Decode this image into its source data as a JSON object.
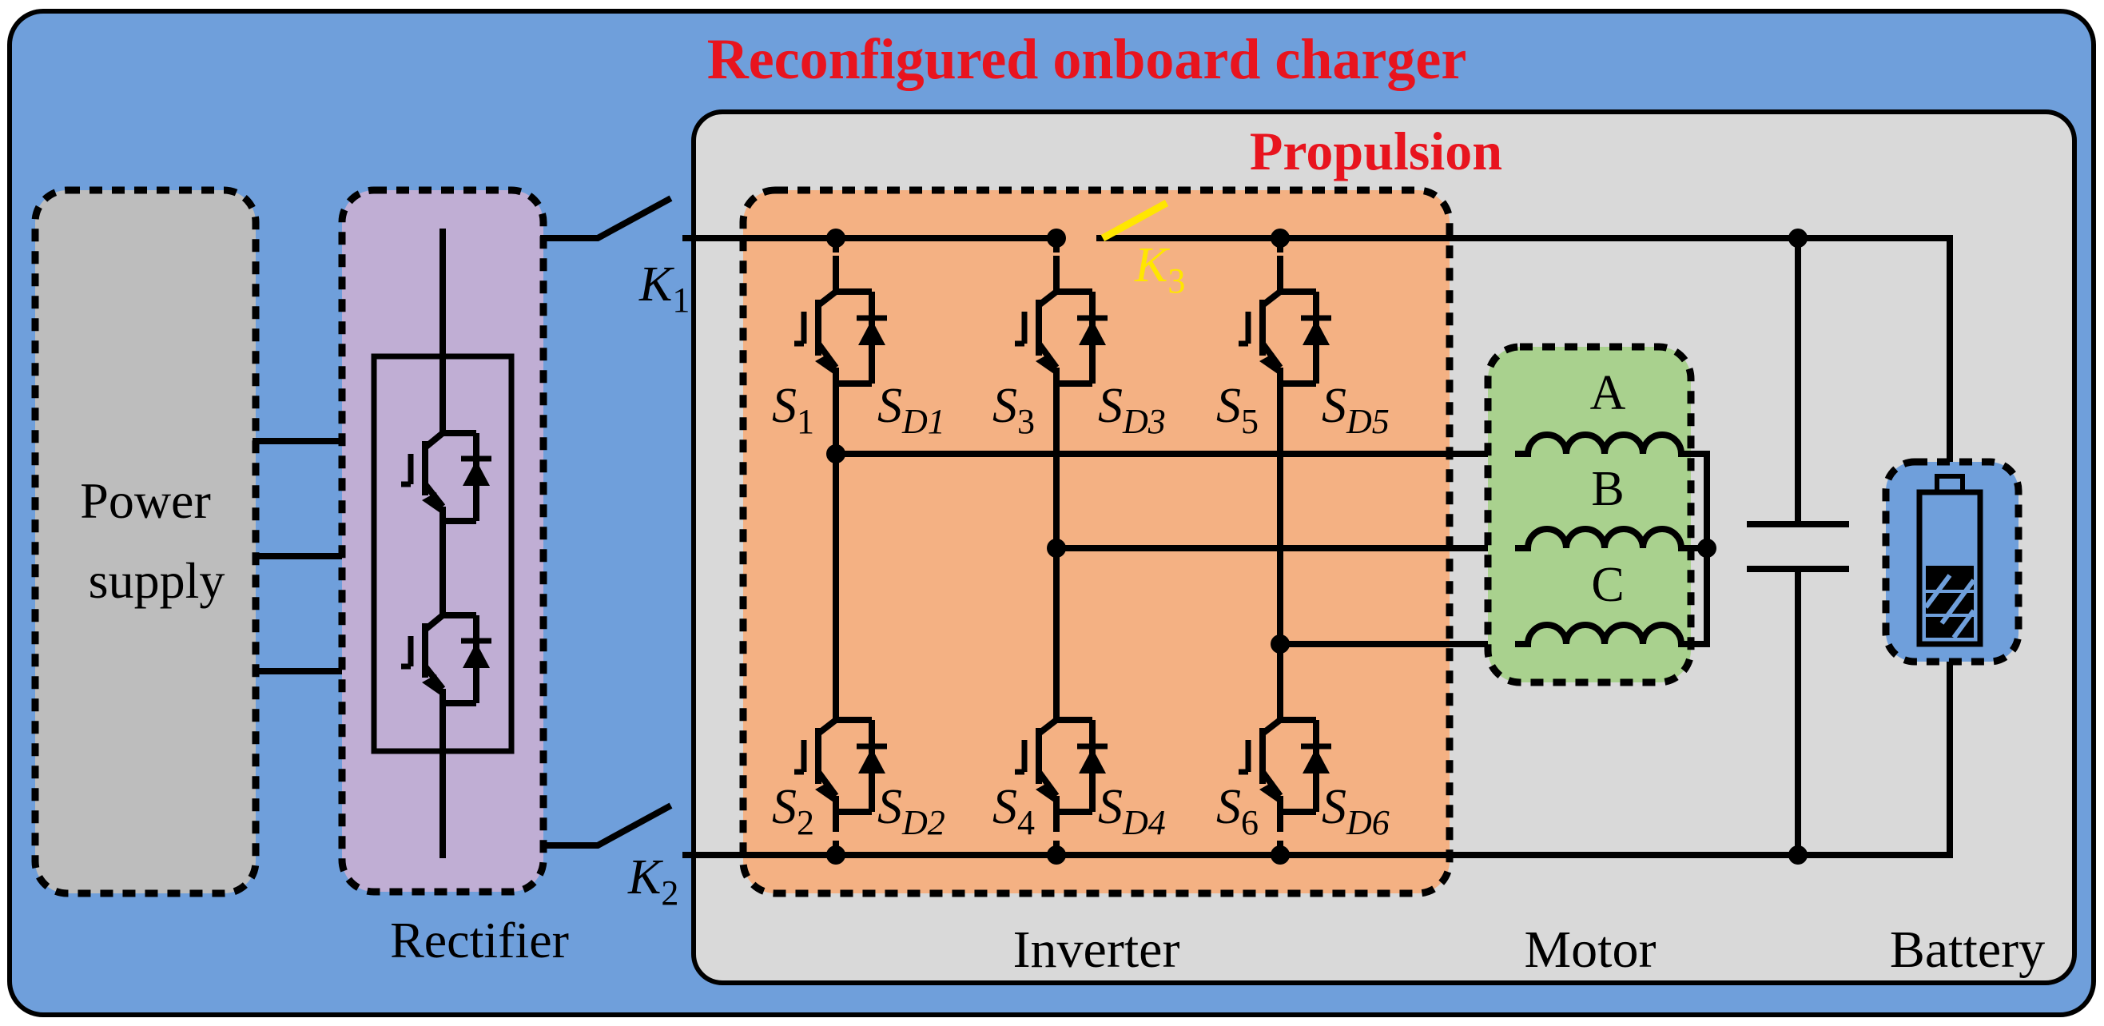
{
  "title": "Reconfigured onboard charger",
  "propulsion_label": "Propulsion",
  "blocks": {
    "power_supply": {
      "line1": "Power",
      "line2": "supply"
    },
    "rectifier": "Rectifier",
    "inverter": "Inverter",
    "motor": "Motor",
    "battery": "Battery"
  },
  "switches": {
    "k1": {
      "main": "K",
      "sub": "1"
    },
    "k2": {
      "main": "K",
      "sub": "2"
    },
    "k3": {
      "main": "K",
      "sub": "3"
    }
  },
  "phases": [
    "A",
    "B",
    "C"
  ],
  "igbts": [
    {
      "s": "1",
      "d": "D1"
    },
    {
      "s": "3",
      "d": "D3"
    },
    {
      "s": "5",
      "d": "D5"
    },
    {
      "s": "2",
      "d": "D2"
    },
    {
      "s": "4",
      "d": "D4"
    },
    {
      "s": "6",
      "d": "D6"
    }
  ],
  "switch_letter": "S",
  "colors": {
    "outer_bg": "#6f9fdb",
    "propulsion_bg": "#d9d9d9",
    "inverter_bg": "#f4b183",
    "rectifier_bg": "#c0aed4",
    "power_supply_bg": "#bdbdbd",
    "motor_bg": "#a9d18e",
    "battery_bg": "#6f9fdb",
    "title_red": "#e8141e",
    "k3_yellow": "#ffe600"
  }
}
